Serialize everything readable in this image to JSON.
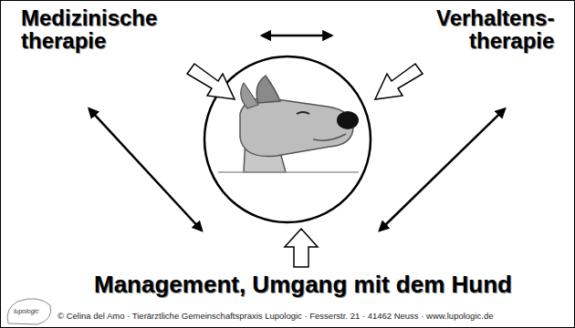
{
  "diagram": {
    "nodes": [
      {
        "text": [
          "Medizinische therapie"
        ]
      },
      {
        "text": [
          "Verhaltens- therapie"
        ]
      },
      {
        "text": [
          "Management, Umgang mit dem Hund"
        ]
      }
    ],
    "edges": [
      {
        "from": 0,
        "to": 1,
        "arrow": "both"
      },
      {
        "from": 0,
        "to": 2,
        "arrow": "both"
      },
      {
        "from": 1,
        "to": 2,
        "arrow": "both"
      }
    ],
    "labels": [
      "© Celina del Amo · Tierärztliche Gemeinschaftspraxis Lupologic · Fesserstr. 21 · 41462 Neuss · www.lupologic.de",
      "lupologic"
    ]
  }
}
